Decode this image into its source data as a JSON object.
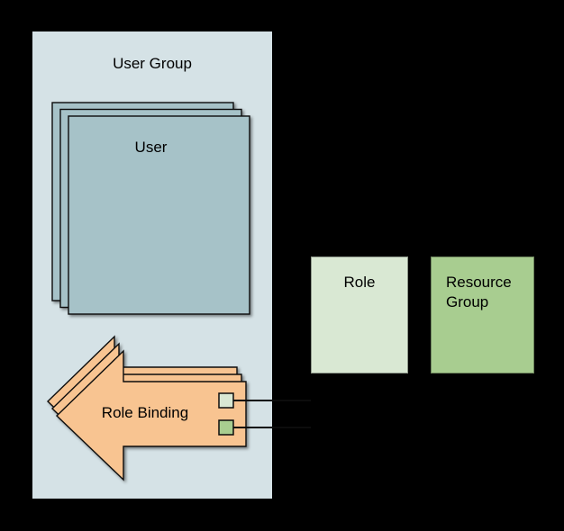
{
  "diagram": {
    "type": "rbac-concept-diagram",
    "nodes": {
      "user_group": {
        "label": "User Group",
        "kind": "container"
      },
      "user": {
        "label": "User",
        "kind": "stacked-cards",
        "count": 3
      },
      "role_binding": {
        "label": "Role Binding",
        "kind": "stacked-left-arrows",
        "count": 3
      },
      "role": {
        "label": "Role",
        "kind": "box"
      },
      "resource_group": {
        "label": "Resource Group",
        "kind": "box"
      }
    },
    "connectors": [
      {
        "from": "role_binding",
        "via": "role-chip",
        "to": "role"
      },
      {
        "from": "role_binding",
        "via": "resource-group-chip",
        "to": "resource_group"
      }
    ]
  },
  "colors": {
    "canvas-bg": "#000000",
    "group-fill": "#d5e2e6",
    "user-fill": "#a6c2c8",
    "arrow-fill": "#f8c491",
    "role-fill": "#d9e8d3",
    "resource-fill": "#a8cd90",
    "chip-role-fill": "#d9e8d3",
    "chip-resource-fill": "#a8cd90",
    "stroke": "#0c0c0c",
    "line-color": "#0c0c0c"
  }
}
